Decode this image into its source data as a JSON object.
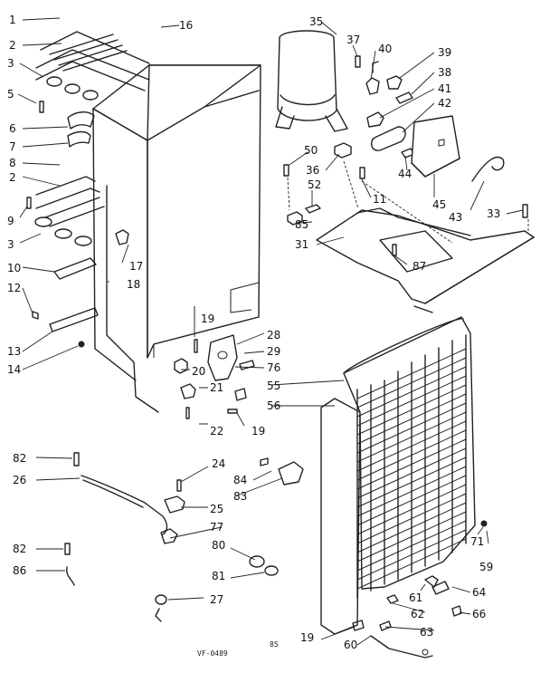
{
  "callouts": [
    {
      "id": "1",
      "t": "1"
    },
    {
      "id": "2a",
      "t": "2"
    },
    {
      "id": "3a",
      "t": "3"
    },
    {
      "id": "5",
      "t": "5"
    },
    {
      "id": "6",
      "t": "6"
    },
    {
      "id": "7",
      "t": "7"
    },
    {
      "id": "8",
      "t": "8"
    },
    {
      "id": "2b",
      "t": "2"
    },
    {
      "id": "9",
      "t": "9"
    },
    {
      "id": "3b",
      "t": "3"
    },
    {
      "id": "10",
      "t": "10"
    },
    {
      "id": "12",
      "t": "12"
    },
    {
      "id": "13",
      "t": "13"
    },
    {
      "id": "14",
      "t": "14"
    },
    {
      "id": "16",
      "t": "16"
    },
    {
      "id": "17",
      "t": "17"
    },
    {
      "id": "18",
      "t": "18"
    },
    {
      "id": "19a",
      "t": "19"
    },
    {
      "id": "20",
      "t": "20"
    },
    {
      "id": "21",
      "t": "21"
    },
    {
      "id": "22",
      "t": "22"
    },
    {
      "id": "19b",
      "t": "19"
    },
    {
      "id": "28",
      "t": "28"
    },
    {
      "id": "29",
      "t": "29"
    },
    {
      "id": "76",
      "t": "76"
    },
    {
      "id": "55",
      "t": "55"
    },
    {
      "id": "56",
      "t": "56"
    },
    {
      "id": "35",
      "t": "35"
    },
    {
      "id": "37",
      "t": "37"
    },
    {
      "id": "40",
      "t": "40"
    },
    {
      "id": "39",
      "t": "39"
    },
    {
      "id": "38",
      "t": "38"
    },
    {
      "id": "41",
      "t": "41"
    },
    {
      "id": "42",
      "t": "42"
    },
    {
      "id": "50",
      "t": "50"
    },
    {
      "id": "36",
      "t": "36"
    },
    {
      "id": "44",
      "t": "44"
    },
    {
      "id": "52",
      "t": "52"
    },
    {
      "id": "11",
      "t": "11"
    },
    {
      "id": "45",
      "t": "45"
    },
    {
      "id": "43",
      "t": "43"
    },
    {
      "id": "33",
      "t": "33"
    },
    {
      "id": "85",
      "t": "85"
    },
    {
      "id": "31",
      "t": "31"
    },
    {
      "id": "87",
      "t": "87"
    },
    {
      "id": "82a",
      "t": "82"
    },
    {
      "id": "26",
      "t": "26"
    },
    {
      "id": "24",
      "t": "24"
    },
    {
      "id": "84",
      "t": "84"
    },
    {
      "id": "83",
      "t": "83"
    },
    {
      "id": "25",
      "t": "25"
    },
    {
      "id": "77",
      "t": "77"
    },
    {
      "id": "82b",
      "t": "82"
    },
    {
      "id": "80",
      "t": "80"
    },
    {
      "id": "86",
      "t": "86"
    },
    {
      "id": "81",
      "t": "81"
    },
    {
      "id": "27",
      "t": "27"
    },
    {
      "id": "71",
      "t": "71"
    },
    {
      "id": "59",
      "t": "59"
    },
    {
      "id": "64",
      "t": "64"
    },
    {
      "id": "61",
      "t": "61"
    },
    {
      "id": "66",
      "t": "66"
    },
    {
      "id": "62",
      "t": "62"
    },
    {
      "id": "63",
      "t": "63"
    },
    {
      "id": "19c",
      "t": "19"
    },
    {
      "id": "60",
      "t": "60"
    }
  ],
  "footer": {
    "code": "VF-0489",
    "page": "85"
  }
}
